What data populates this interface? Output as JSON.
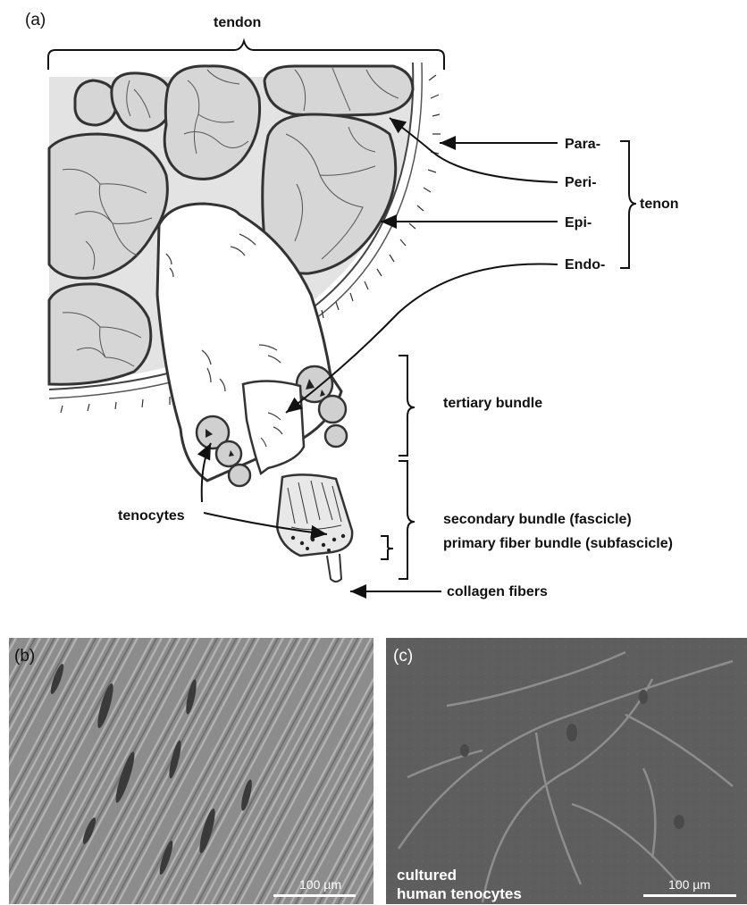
{
  "panel_a": {
    "letter": "(a)",
    "title": "tendon",
    "layer_labels": [
      "Para-",
      "Peri-",
      "Epi-",
      "Endo-"
    ],
    "group_label": "tenon",
    "hierarchy": {
      "tertiary": "tertiary bundle",
      "secondary": "secondary bundle (fascicle)",
      "primary": "primary fiber bundle (subfascicle)",
      "collagen": "collagen fibers"
    },
    "cells_label": "tenocytes"
  },
  "panel_b": {
    "letter": "(b)",
    "scale_bar": "100 µm"
  },
  "panel_c": {
    "letter": "(c)",
    "caption_line1": "cultured",
    "caption_line2": "human tenocytes",
    "scale_bar": "100 µm"
  },
  "colors": {
    "fascicle_fill": "#d6d6d6",
    "outline": "#333333",
    "micrograph_b": "#8a8a8a",
    "micrograph_c": "#5e5e5e"
  }
}
